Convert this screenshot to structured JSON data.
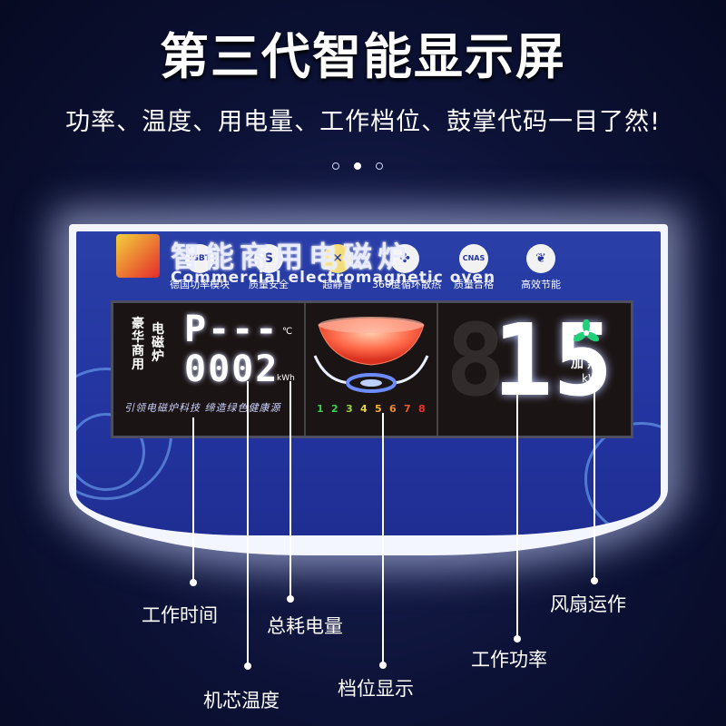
{
  "title": "第三代智能显示屏",
  "subtitle": "功率、温度、用电量、工作档位、鼓掌代码一目了然!",
  "carousel": {
    "count": 3,
    "active": 1
  },
  "badges": [
    {
      "icon": "igbt-chip-icon",
      "glyph": "IGBT",
      "label": "德国功率模块"
    },
    {
      "icon": "safety-shield-icon",
      "glyph": "S",
      "label": "质量安全"
    },
    {
      "icon": "mute-speaker-icon",
      "glyph": "✕",
      "label": "超静音"
    },
    {
      "icon": "fan-icon",
      "glyph": "✤",
      "label": "360度循环散热"
    },
    {
      "icon": "cnas-cert-icon",
      "glyph": "CNAS",
      "label": "质量合格"
    },
    {
      "icon": "leaf-energy-icon",
      "glyph": "❦",
      "label": "高效节能"
    }
  ],
  "display": {
    "vertical_label_1": "豪华商用",
    "vertical_label_2": "电磁炉",
    "temperature_readout": "P---",
    "temperature_unit": "℃",
    "energy_readout": "0002",
    "energy_unit": "kWh",
    "slogan": "引领电磁炉科技 缔造绿色健康源",
    "gear_levels": [
      "1",
      "2",
      "3",
      "4",
      "5",
      "6",
      "7",
      "8"
    ],
    "gear_colors": [
      "#3ad14f",
      "#3ad14f",
      "#9ed63a",
      "#e6d53a",
      "#f5b235",
      "#f08a2e",
      "#ee5a2a",
      "#e9302b"
    ],
    "power_value": "15",
    "power_label": "加热",
    "power_unit": "kW"
  },
  "brand": {
    "name_cn": "智能商用电磁炉",
    "name_en": "Commercial electromagnetic oven"
  },
  "callouts": [
    "工作时间",
    "总耗电量",
    "机芯温度",
    "档位显示",
    "工作功率",
    "风扇运作"
  ]
}
